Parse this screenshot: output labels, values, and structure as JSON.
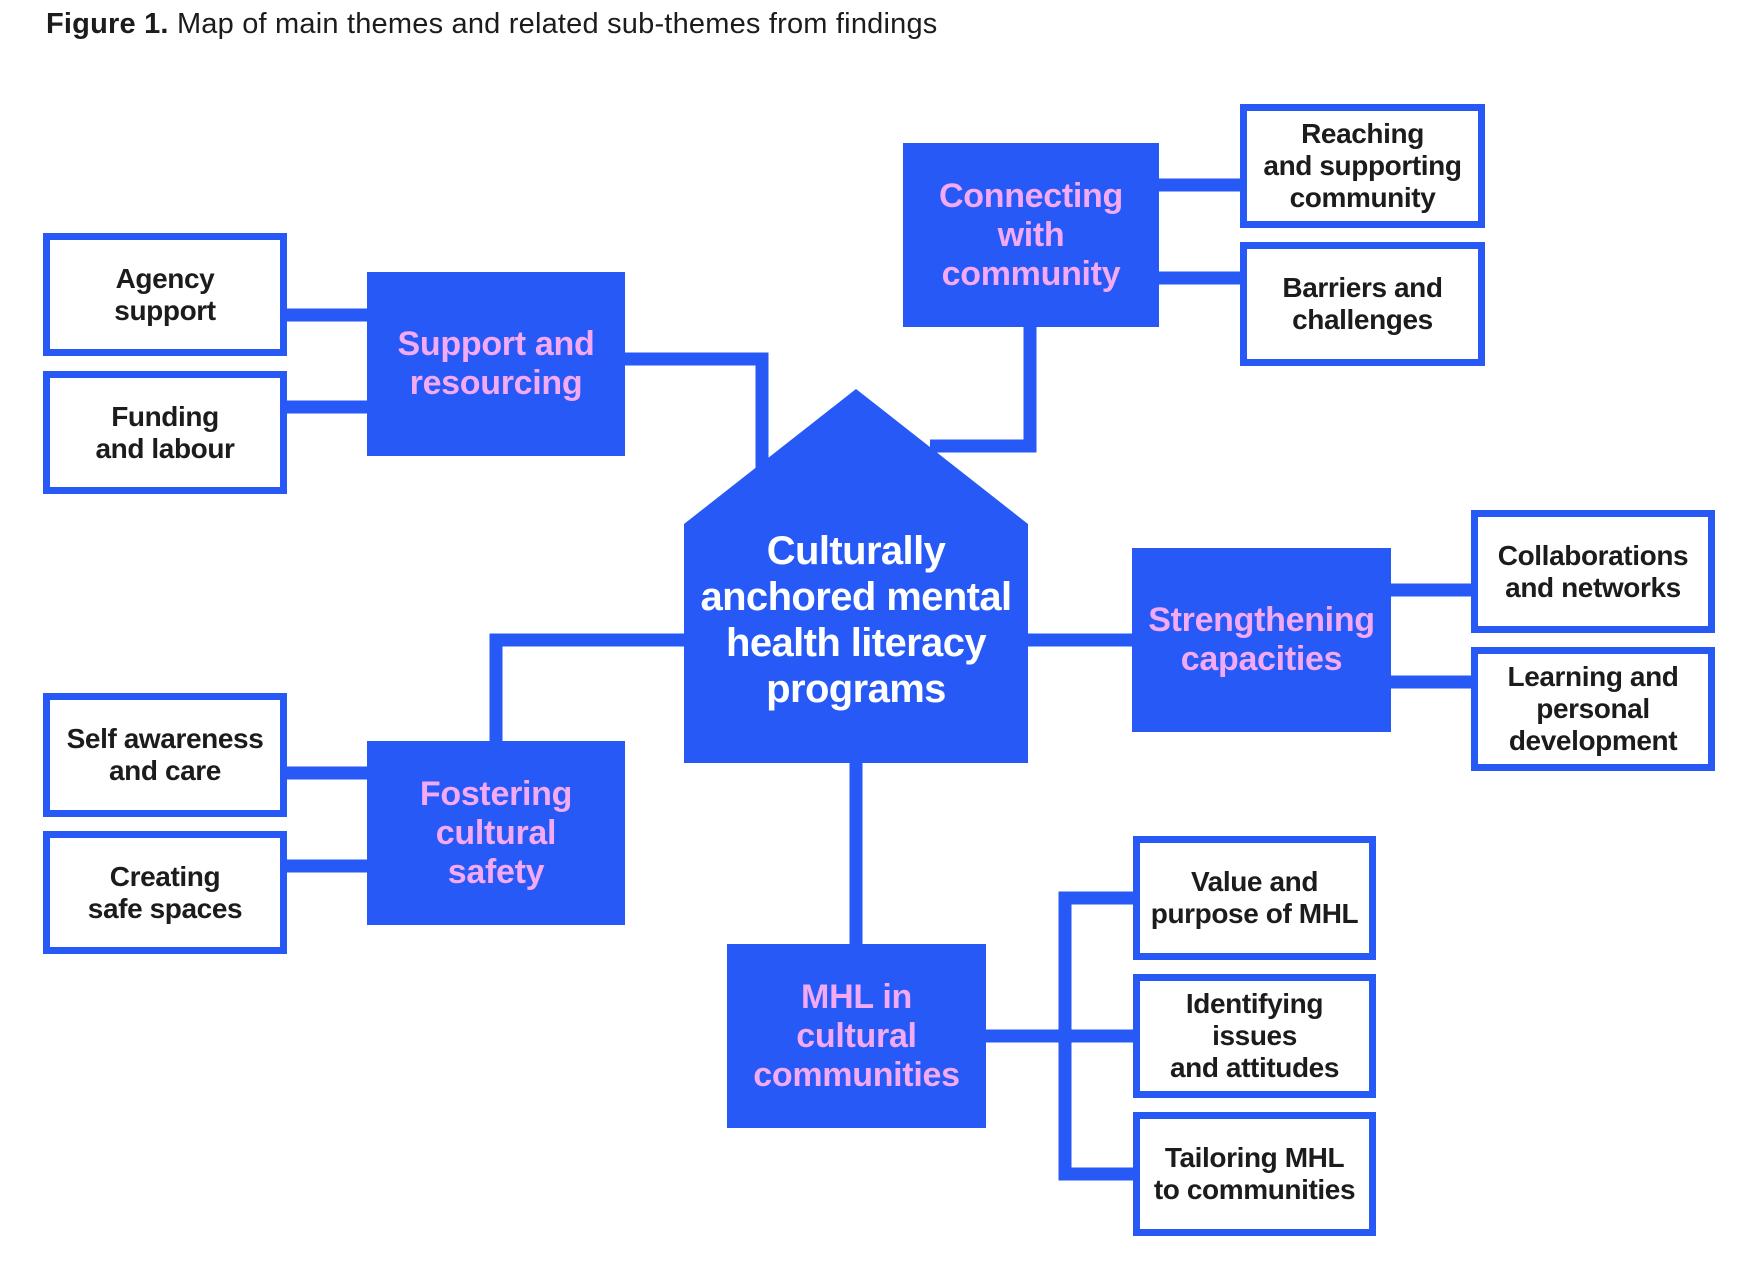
{
  "figure": {
    "label": "Figure 1.",
    "caption": "Map of main themes and related sub-themes from findings"
  },
  "colors": {
    "primary_blue": "#2659f5",
    "theme_text_pink": "#f4a9f4",
    "center_text": "#ffffff",
    "subtheme_text": "#1c1c1c"
  },
  "center": {
    "label": "Culturally\nanchored mental\nhealth literacy\nprograms"
  },
  "themes": {
    "support": {
      "label": "Support and\nresourcing",
      "subthemes": [
        "Agency\nsupport",
        "Funding\nand labour"
      ]
    },
    "connecting": {
      "label": "Connecting\nwith\ncommunity",
      "subthemes": [
        "Reaching\nand supporting\ncommunity",
        "Barriers and\nchallenges"
      ]
    },
    "strengthening": {
      "label": "Strengthening\ncapacities",
      "subthemes": [
        "Collaborations\nand networks",
        "Learning and\npersonal\ndevelopment"
      ]
    },
    "fostering": {
      "label": "Fostering\ncultural\nsafety",
      "subthemes": [
        "Self awareness\nand care",
        "Creating\nsafe spaces"
      ]
    },
    "mhl": {
      "label": "MHL in cultural\ncommunities",
      "subthemes": [
        "Value and\npurpose of MHL",
        "Identifying issues\nand attitudes",
        "Tailoring MHL\nto communities"
      ]
    }
  }
}
